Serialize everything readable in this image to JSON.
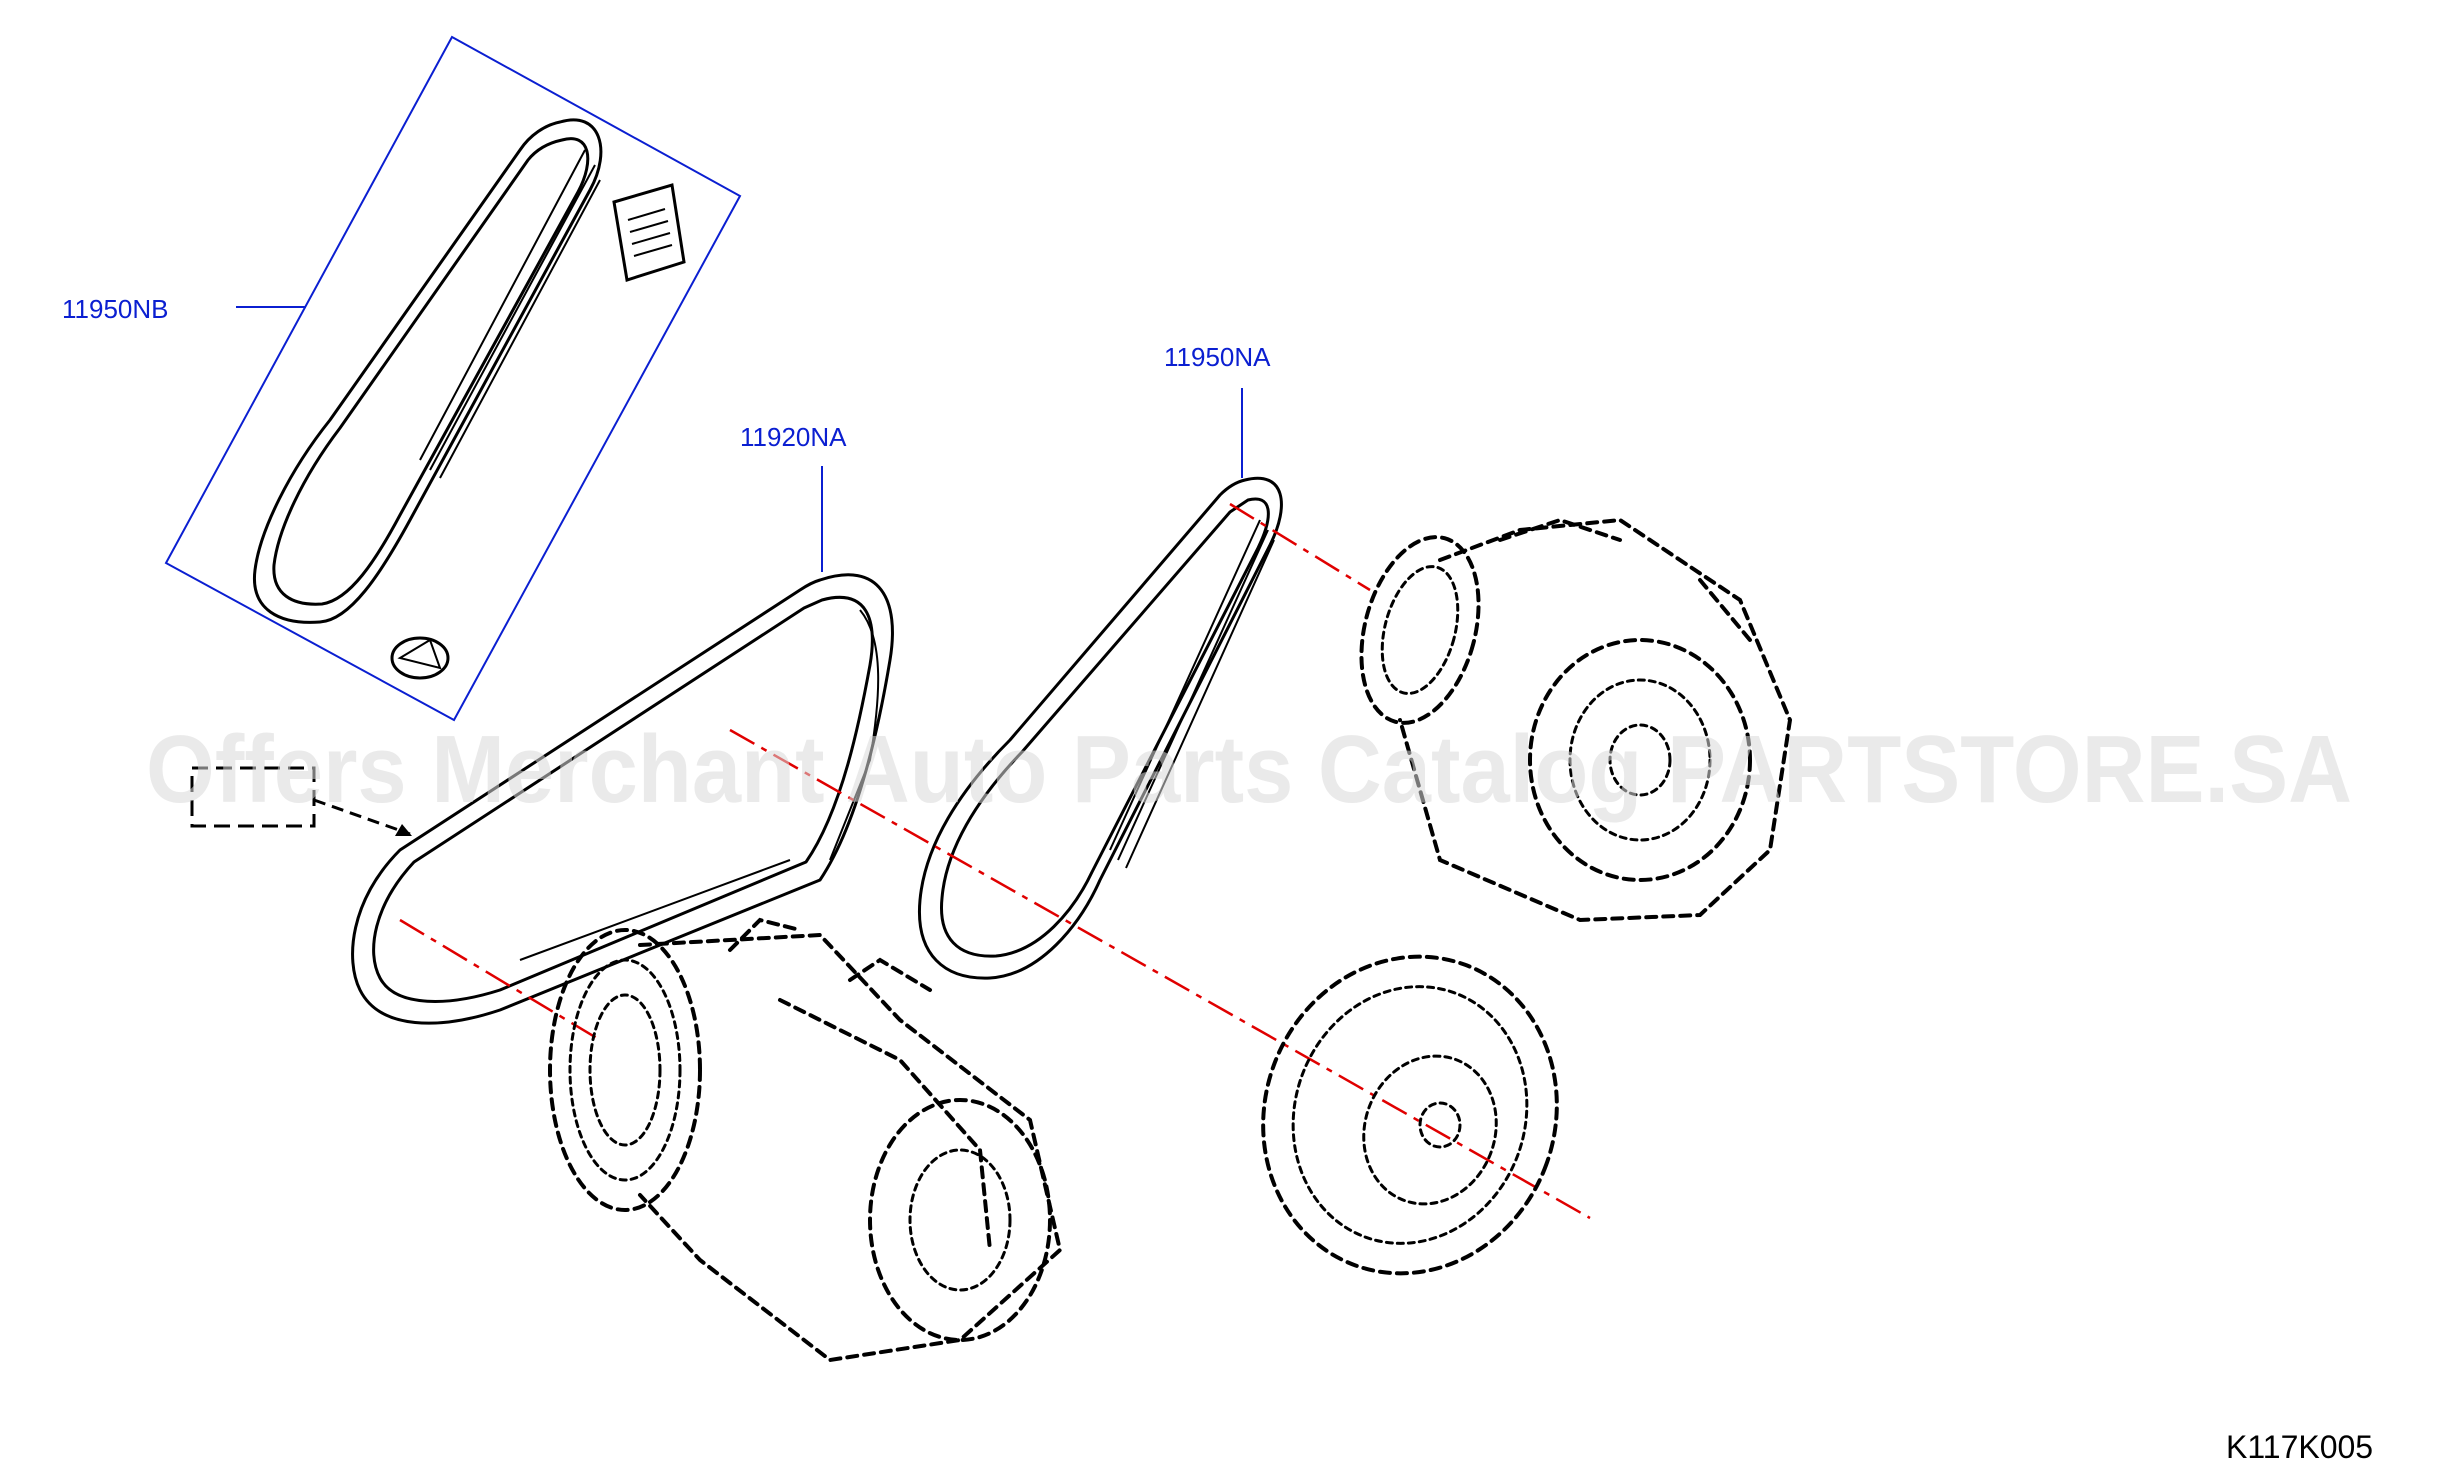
{
  "parts": {
    "belt_kit": "11950NB",
    "belt_main": "11920NA",
    "belt_secondary": "11950NA"
  },
  "diagram_code": "K117K005",
  "watermark": "Offers Merchant Auto Parts Catalog PARTSTORE.SA",
  "colors": {
    "label": "#0b1fd1",
    "centerline": "#e00000",
    "linework": "#000000"
  }
}
